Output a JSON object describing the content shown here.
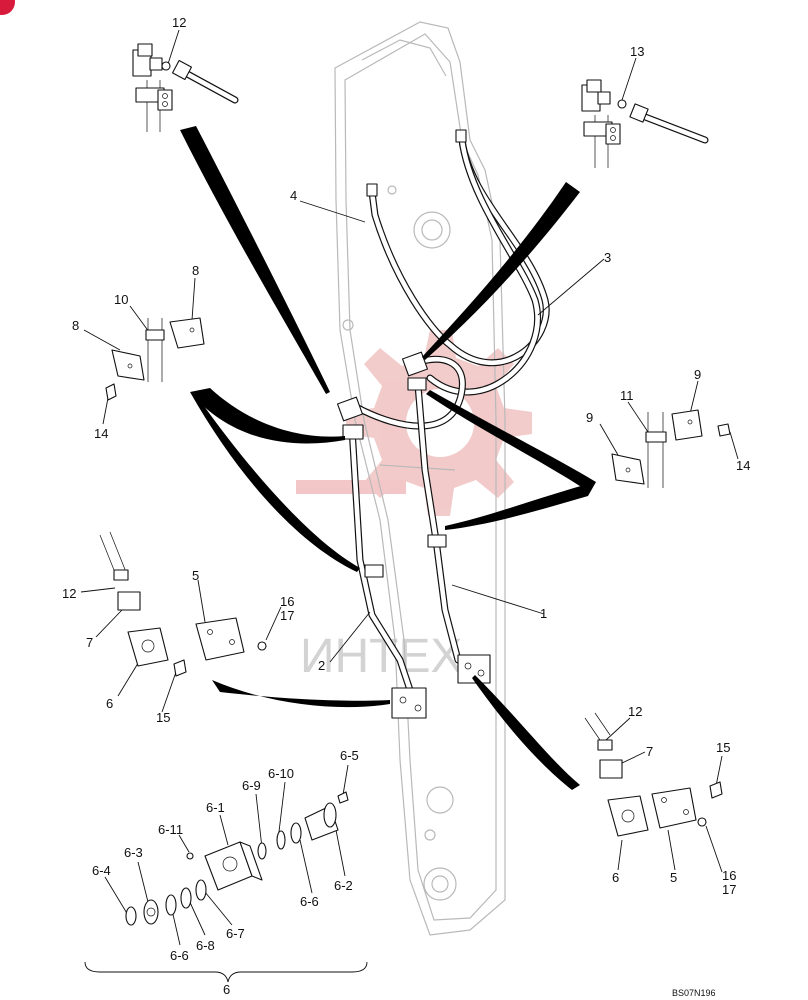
{
  "diagram": {
    "reference_code": "BS07N196",
    "watermark_text": "ИНТЕХ",
    "labels": {
      "l12a": "12",
      "l13": "13",
      "l4": "4",
      "l3": "3",
      "l8a": "8",
      "l10": "10",
      "l8b": "8",
      "l14a": "14",
      "l9a": "9",
      "l11": "11",
      "l9b": "9",
      "l14b": "14",
      "l12b": "12",
      "l7a": "7",
      "l6a": "6",
      "l5a": "5",
      "l16a": "16",
      "l17a": "17",
      "l15a": "15",
      "l1": "1",
      "l2": "2",
      "l12c": "12",
      "l7b": "7",
      "l15b": "15",
      "l6b": "6",
      "l5b": "5",
      "l16b": "16",
      "l17b": "17",
      "l65": "6-5",
      "l610": "6-10",
      "l69": "6-9",
      "l61": "6-1",
      "l611": "6-11",
      "l63": "6-3",
      "l64": "6-4",
      "l62": "6-2",
      "l66a": "6-6",
      "l68": "6-8",
      "l67": "6-7",
      "l66b": "6-6",
      "l6group": "6"
    },
    "colors": {
      "line": "#111111",
      "boom_outline": "#b9b9b9",
      "watermark": "#e8a0a0",
      "badge": "#d81b3c"
    }
  }
}
